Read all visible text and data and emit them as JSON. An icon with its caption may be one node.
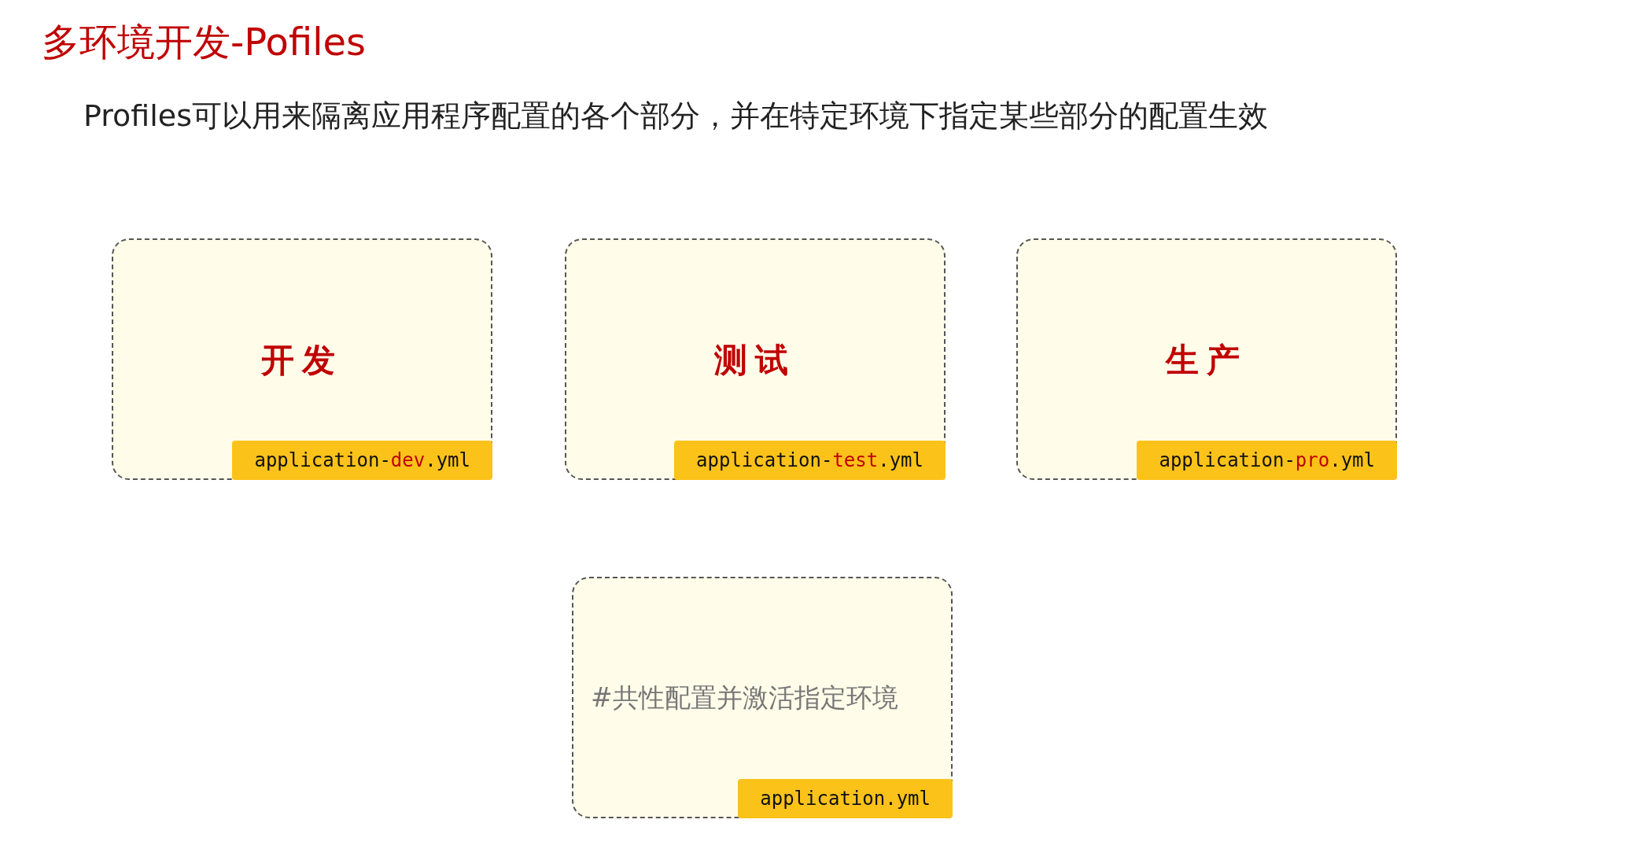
{
  "diagram": {
    "title": "多环境开发-Pofiles",
    "nodes": [
      {
        "text": [
          "开发"
        ]
      },
      {
        "text": [
          "application-dev.yml"
        ],
        "in": 0
      },
      {
        "text": [
          "测试"
        ]
      },
      {
        "text": [
          "application-test.yml"
        ],
        "in": 2
      },
      {
        "text": [
          "生产"
        ]
      },
      {
        "text": [
          "application-pro.yml"
        ],
        "in": 4
      },
      {
        "text": [
          "#共性配置并激活指定环境"
        ]
      },
      {
        "text": [
          "application.yml"
        ],
        "in": 6
      }
    ],
    "labels": [
      "Profiles可以用来隔离应用程序配置的各个部分，并在特定环境下指定某些部分的配置生效"
    ]
  }
}
